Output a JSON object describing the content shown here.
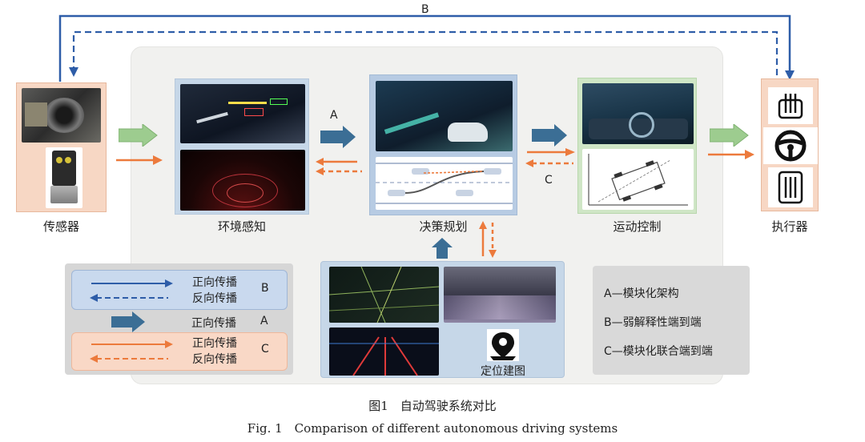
{
  "top_arrow_label": "B",
  "sensors": {
    "label": "传感器"
  },
  "perception": {
    "label": "环境感知"
  },
  "planning": {
    "label": "决策规划"
  },
  "control": {
    "label": "运动控制"
  },
  "actuators": {
    "label": "执行器"
  },
  "localization": {
    "label": "定位建图"
  },
  "flow_labels": {
    "a": "A",
    "c": "C"
  },
  "legend": {
    "b_forward": "正向传播",
    "b_backward": "反向传播",
    "b_tag": "B",
    "a_forward": "正向传播",
    "a_tag": "A",
    "c_forward": "正向传播",
    "c_backward": "反向传播",
    "c_tag": "C"
  },
  "key": {
    "a": "A—模块化架构",
    "b": "B—弱解释性端到端",
    "c": "C—模块化联合端到端"
  },
  "caption": {
    "cn": "图1　自动驾驶系统对比",
    "en": "Fig. 1　Comparison of different autonomous driving systems"
  },
  "colors": {
    "blue_line": "#2e5da8",
    "arrow_blue": "#3b6e95",
    "arrow_green": "#9dcc8f",
    "arrow_orange": "#ec7a3c",
    "sensor_bg": "#f7d7c4",
    "perception_bg": "#c6d7e8",
    "control_bg": "#cfe6c6",
    "legend_blue": "#c9d9ee",
    "legend_orange": "#f9d8c6"
  }
}
